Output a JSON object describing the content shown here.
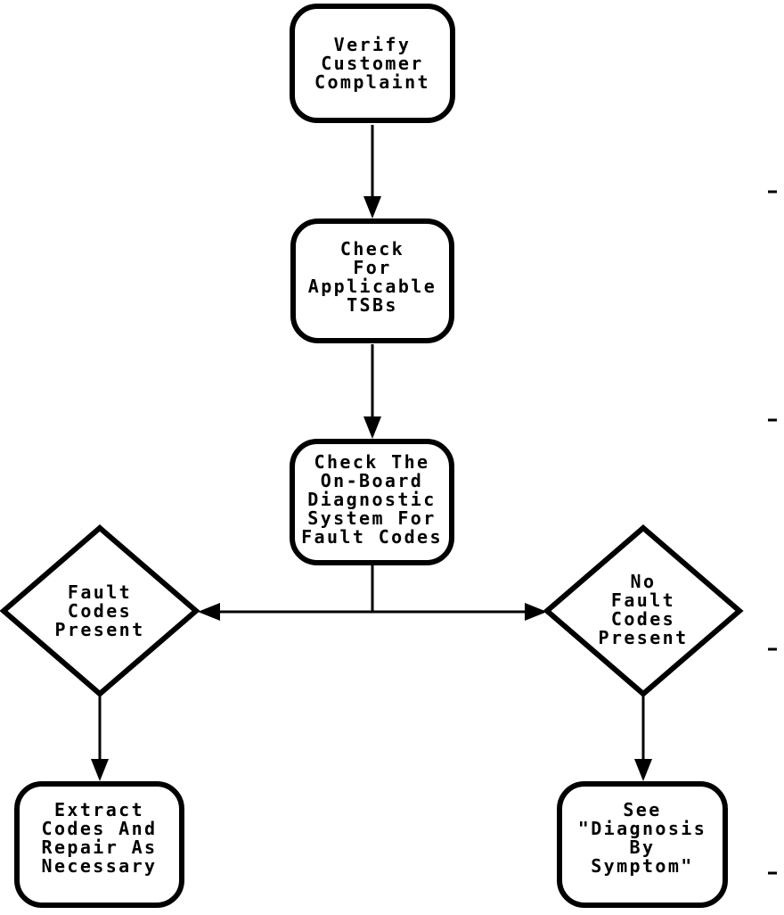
{
  "page": {
    "background_color": "#ffffff",
    "ink_color": "#000000"
  },
  "flowchart": {
    "nodes": {
      "verify_complaint": {
        "shape": "rounded-rect",
        "label": "Verify\nCustomer\nComplaint"
      },
      "check_tsbs": {
        "shape": "rounded-rect",
        "label": "Check\nFor\nApplicable\nTSBs"
      },
      "check_obd": {
        "shape": "rounded-rect",
        "label": "Check The\nOn-Board\nDiagnostic\nSystem For\nFault Codes"
      },
      "fault_codes": {
        "shape": "diamond",
        "label": "Fault\nCodes\nPresent"
      },
      "no_fault_codes": {
        "shape": "diamond",
        "label": "No\nFault\nCodes\nPresent"
      },
      "extract_codes": {
        "shape": "rounded-rect",
        "label": "Extract\nCodes And\nRepair As\nNecessary"
      },
      "see_diagnosis": {
        "shape": "rounded-rect",
        "label": "See\n\"Diagnosis\nBy\nSymptom\""
      }
    },
    "edges": [
      {
        "from": "verify_complaint",
        "to": "check_tsbs",
        "type": "arrow-down"
      },
      {
        "from": "check_tsbs",
        "to": "check_obd",
        "type": "arrow-down"
      },
      {
        "from": "check_obd",
        "to": "fault_codes",
        "type": "arrow-left"
      },
      {
        "from": "check_obd",
        "to": "no_fault_codes",
        "type": "arrow-right"
      },
      {
        "from": "fault_codes",
        "to": "extract_codes",
        "type": "arrow-down"
      },
      {
        "from": "no_fault_codes",
        "to": "see_diagnosis",
        "type": "arrow-down"
      }
    ],
    "margin_ticks": {
      "side": "right",
      "count": 4
    }
  }
}
